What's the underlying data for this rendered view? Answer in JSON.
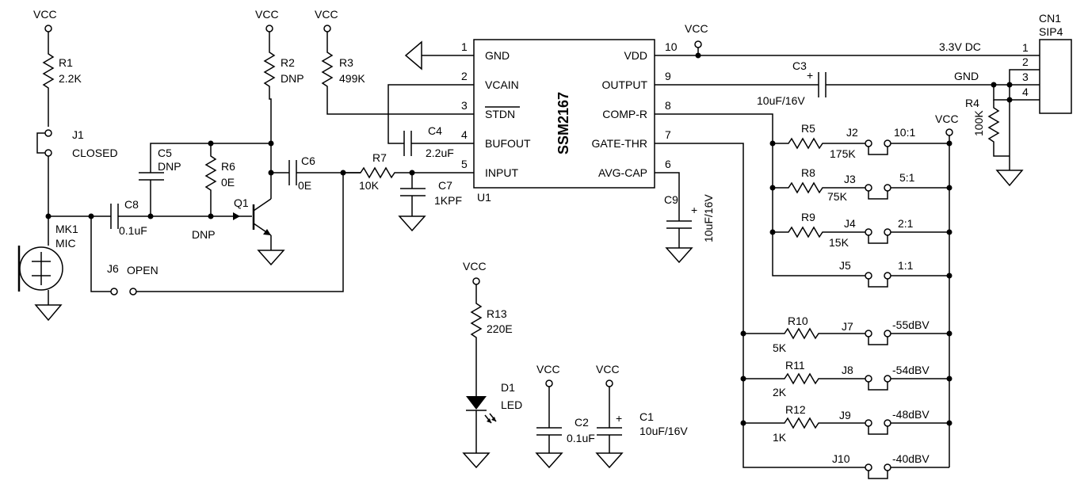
{
  "vcc": "VCC",
  "r1": {
    "ref": "R1",
    "val": "2.2K"
  },
  "r2": {
    "ref": "R2",
    "val": "DNP"
  },
  "r3": {
    "ref": "R3",
    "val": "499K"
  },
  "r4": {
    "ref": "R4",
    "val": "100K"
  },
  "r5": {
    "ref": "R5",
    "val": "175K"
  },
  "r6": {
    "ref": "R6",
    "val": "0E"
  },
  "r7": {
    "ref": "R7",
    "val": "10K"
  },
  "r8": {
    "ref": "R8",
    "val": "75K"
  },
  "r9": {
    "ref": "R9",
    "val": "15K"
  },
  "r10": {
    "ref": "R10",
    "val": "5K"
  },
  "r11": {
    "ref": "R11",
    "val": "2K"
  },
  "r12": {
    "ref": "R12",
    "val": "1K"
  },
  "r13": {
    "ref": "R13",
    "val": "220E"
  },
  "j1": {
    "ref": "J1",
    "val": "CLOSED"
  },
  "j6": {
    "ref": "J6",
    "val": "OPEN"
  },
  "j2": {
    "ref": "J2",
    "val": "10:1"
  },
  "j3": {
    "ref": "J3",
    "val": "5:1"
  },
  "j4": {
    "ref": "J4",
    "val": "2:1"
  },
  "j5": {
    "ref": "J5",
    "val": "1:1"
  },
  "j7": {
    "ref": "J7",
    "val": "-55dBV"
  },
  "j8": {
    "ref": "J8",
    "val": "-54dBV"
  },
  "j9": {
    "ref": "J9",
    "val": "-48dBV"
  },
  "j10": {
    "ref": "J10",
    "val": "-40dBV"
  },
  "c1": {
    "ref": "C1",
    "val": "10uF/16V"
  },
  "c2": {
    "ref": "C2",
    "val": "0.1uF"
  },
  "c3": {
    "ref": "C3",
    "val": "10uF/16V"
  },
  "c4": {
    "ref": "C4",
    "val": "2.2uF"
  },
  "c5": {
    "ref": "C5",
    "val": "DNP"
  },
  "c6": {
    "ref": "C6",
    "val": "0E"
  },
  "c7": {
    "ref": "C7",
    "val": "1KPF"
  },
  "c8": {
    "ref": "C8",
    "val": "0.1uF"
  },
  "c9": {
    "ref": "C9",
    "val": "10uF/16V"
  },
  "dnp": "DNP",
  "q1": "Q1",
  "mk1": {
    "ref": "MK1",
    "val": "MIC"
  },
  "d1": {
    "ref": "D1",
    "val": "LED"
  },
  "cn1": {
    "ref": "CN1",
    "val": "SIP4",
    "pins": [
      "1",
      "2",
      "3",
      "4"
    ]
  },
  "net": {
    "supply": "3.3V DC",
    "gnd": "GND"
  },
  "u1": {
    "ref": "U1",
    "name": "SSM2167",
    "left_pins": [
      {
        "num": "1",
        "name": "GND"
      },
      {
        "num": "2",
        "name": "VCAIN"
      },
      {
        "num": "3",
        "name": "STDN"
      },
      {
        "num": "4",
        "name": "BUFOUT"
      },
      {
        "num": "5",
        "name": "INPUT"
      }
    ],
    "right_pins": [
      {
        "num": "10",
        "name": "VDD"
      },
      {
        "num": "9",
        "name": "OUTPUT"
      },
      {
        "num": "8",
        "name": "COMP-R"
      },
      {
        "num": "7",
        "name": "GATE-THR"
      },
      {
        "num": "6",
        "name": "AVG-CAP"
      }
    ]
  }
}
